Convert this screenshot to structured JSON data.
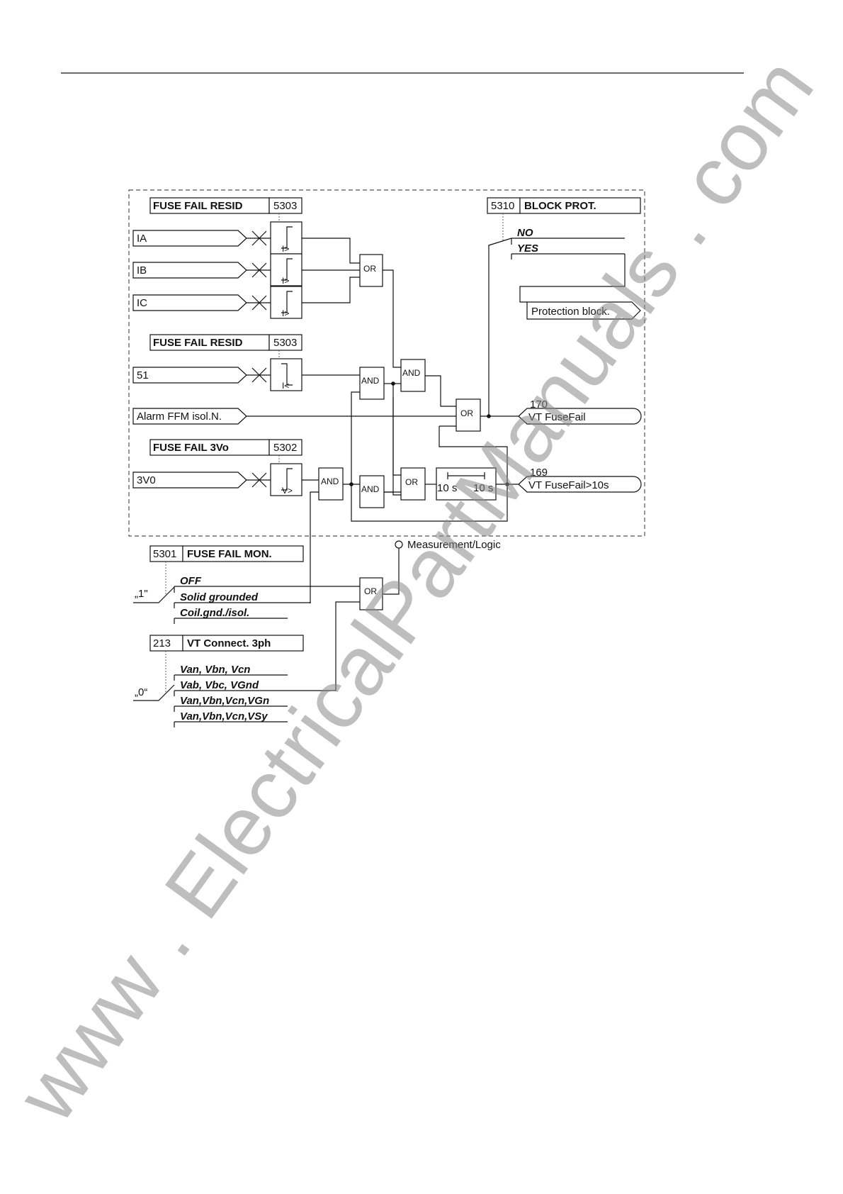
{
  "params": {
    "fuse_fail_resid_1": {
      "label": "FUSE FAIL RESID",
      "code": "5303"
    },
    "fuse_fail_resid_2": {
      "label": "FUSE FAIL RESID",
      "code": "5303"
    },
    "fuse_fail_3vo": {
      "label": "FUSE FAIL 3Vo",
      "code": "5302"
    },
    "block_prot": {
      "label": "BLOCK PROT.",
      "code": "5310"
    },
    "fuse_fail_mon": {
      "label": "FUSE FAIL MON.",
      "code": "5301"
    },
    "vt_connect": {
      "label": "VT Connect. 3ph",
      "code": "213"
    }
  },
  "inputs": [
    "IA",
    "IB",
    "IC",
    "51",
    "Alarm FFM isol.N.",
    "3V0"
  ],
  "threshold_labels": [
    "I>",
    "I>",
    "I>",
    "I<",
    "V>"
  ],
  "gates": {
    "or_phase": "OR",
    "and_resid": "AND",
    "and_upper": "AND",
    "or_main": "OR",
    "and_volt": "AND",
    "and_lower": "AND",
    "or_lower": "OR",
    "or_mode": "OR"
  },
  "timer": {
    "pickup": "10 s",
    "dropout": "10 s"
  },
  "block_options": [
    "NO",
    "YES"
  ],
  "protection_block": "Protection block.",
  "outputs": [
    {
      "number": "170",
      "label": "VT FuseFail"
    },
    {
      "number": "169",
      "label": "VT FuseFail>10s"
    }
  ],
  "measurement_logic": "Measurement/Logic",
  "mon_selector": "„1\"",
  "mon_options": [
    "OFF",
    "Solid grounded",
    "Coil.gnd./isol."
  ],
  "vt_selector": "„0“",
  "vt_options": [
    "Van, Vbn, Vcn",
    "Vab, Vbc, VGnd",
    "Van,Vbn,Vcn,VGn",
    "Van,Vbn,Vcn,VSy"
  ],
  "watermark": "www . ElectricalPartManuals . com"
}
